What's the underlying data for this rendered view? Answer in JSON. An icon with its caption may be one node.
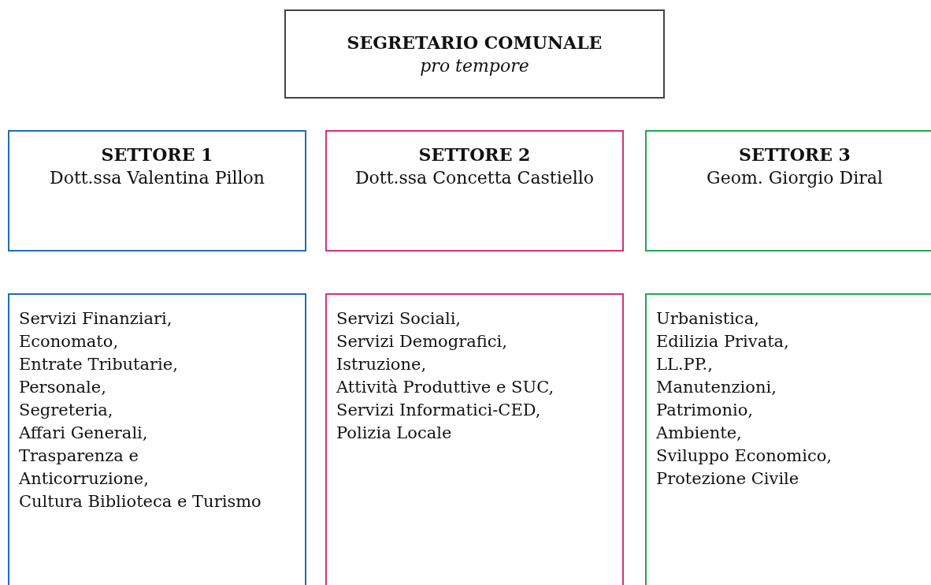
{
  "diagram": {
    "nodes": [
      {
        "text": [
          "SEGRETARIO COMUNALE",
          "pro tempore"
        ]
      },
      {
        "text": [
          "SETTORE 1",
          "Dott.ssa Valentina Pillon"
        ]
      },
      {
        "text": [
          "SETTORE 2",
          "Dott.ssa Concetta Castiello"
        ]
      },
      {
        "text": [
          "SETTORE 3",
          "Geom. Giorgio Diral"
        ]
      },
      {
        "text": [
          "Servizi Finanziari,",
          "Economato,",
          "Entrate Tributarie,",
          "Personale,",
          "Segreteria,",
          "Affari Generali,",
          "Trasparenza e Anticorruzione,",
          "Cultura Biblioteca e Turismo"
        ]
      },
      {
        "text": [
          "Servizi Sociali,",
          "Servizi Demografici,",
          "Istruzione,",
          "Attività Produttive e SUC,",
          "Servizi Informatici-CED,",
          "Polizia Locale"
        ]
      },
      {
        "text": [
          "Urbanistica,",
          "Edilizia Privata,",
          "LL.PP.,",
          "Manutenzioni,",
          "Patrimonio,",
          "Ambiente,",
          "Sviluppo Economico,",
          "Protezione Civile"
        ]
      }
    ]
  }
}
